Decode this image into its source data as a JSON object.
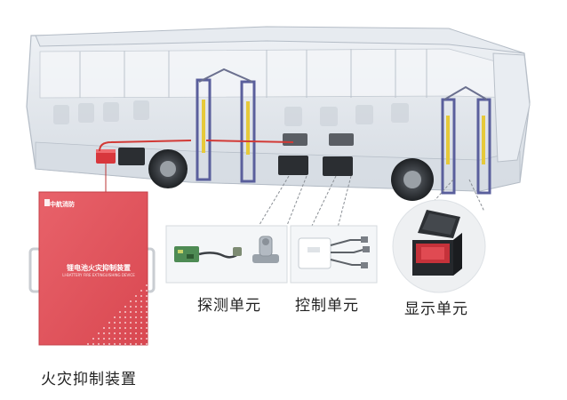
{
  "labels": {
    "fire_suppression_device": "火灾抑制装置",
    "detection_unit": "探测单元",
    "control_unit": "控制单元",
    "display_unit": "显示单元"
  },
  "device_panel": {
    "brand": "中航消防",
    "title": "锂电池火灾抑制装置",
    "subtitle": "LI-BATTERY FIRE EXTINGUISHING DEVICE"
  },
  "colors": {
    "device_red": "#e2545c",
    "bus_glass": "#dfe4ea",
    "accent_yellow": "#e6c93a",
    "door_frame": "#5a5f9c",
    "wire_red": "#d23a36"
  }
}
